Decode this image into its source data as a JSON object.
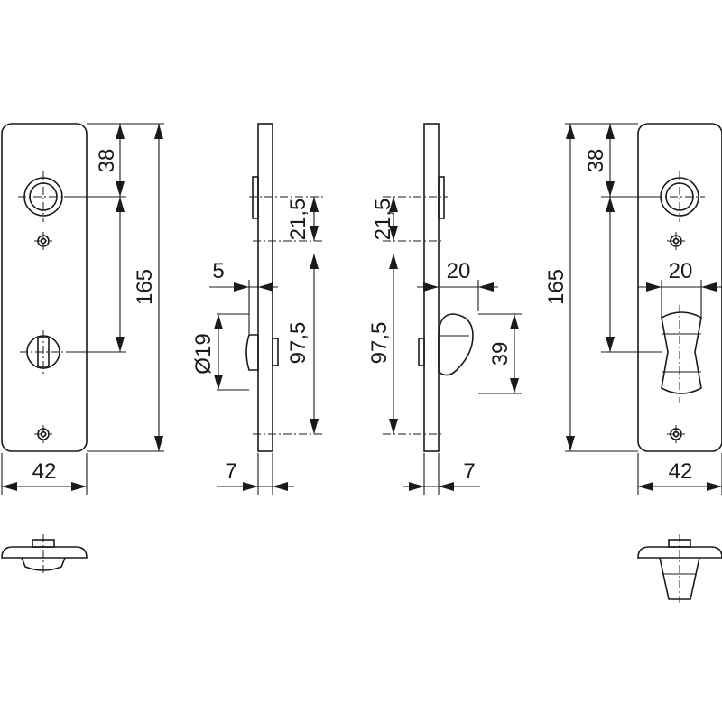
{
  "colors": {
    "line": "#1a1a1a",
    "background": "#ffffff"
  },
  "front_left": {
    "dim_top_to_hole": "38",
    "dim_height": "165",
    "dim_width": "42"
  },
  "side_left": {
    "dim_cap": "21,5",
    "dim_offset": "5",
    "dim_diameter": "Ø19",
    "dim_spacing": "97,5",
    "dim_thickness": "7"
  },
  "side_right": {
    "dim_cap": "21,5",
    "dim_spacing": "97,5",
    "dim_knob_width": "20",
    "dim_knob_height": "39",
    "dim_thickness": "7"
  },
  "front_right": {
    "dim_top_to_hole": "38",
    "dim_height": "165",
    "dim_knob_width": "20",
    "dim_width": "42"
  }
}
